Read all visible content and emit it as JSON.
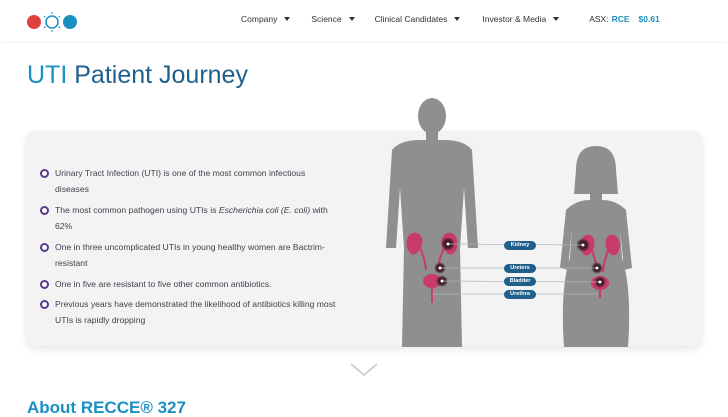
{
  "nav": {
    "items": [
      {
        "label": "Company"
      },
      {
        "label": "Science"
      },
      {
        "label": "Clinical Candidates"
      },
      {
        "label": "Investor & Media"
      }
    ],
    "asx_label": "ASX:",
    "ticker": "RCE",
    "price": "$0.61"
  },
  "page": {
    "title_accent": "UTI",
    "title_rest": "Patient Journey"
  },
  "bullets": [
    "Urinary Tract Infection (UTI) is one of the most common infectious diseases",
    {
      "before": "The most common pathogen using UTIs is ",
      "italic": "Escherichia coli (E. coli)",
      "after": " with 62%"
    },
    "One in three uncomplicated UTIs in young healthy women are Bactrim-resistant",
    "One in five are resistant to five other common antibiotics.",
    "Previous years have demonstrated the likelihood of antibiotics killing most UTIs is rapidly dropping"
  ],
  "anatomy_labels": [
    "Kidney",
    "Ureters",
    "Bladder",
    "Urethra"
  ],
  "next_section": "About RECCE® 327",
  "colors": {
    "accent": "#1a8fc2",
    "title_dark": "#1f5f8b",
    "bullet": "#5a3a8c",
    "silhouette": "#8f8f8f",
    "organ": "#c83c6c"
  }
}
